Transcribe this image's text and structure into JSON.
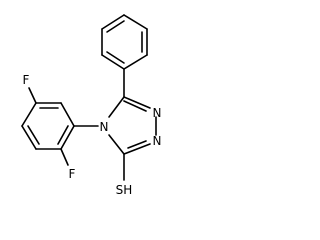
{
  "molecule": {
    "atoms": {
      "fluorine_top": "F",
      "fluorine_bottom": "F",
      "ring_nitrogen_center": "N",
      "ring_nitrogen_right_top": "N",
      "ring_nitrogen_right_bottom": "N",
      "thiol": "SH"
    }
  }
}
